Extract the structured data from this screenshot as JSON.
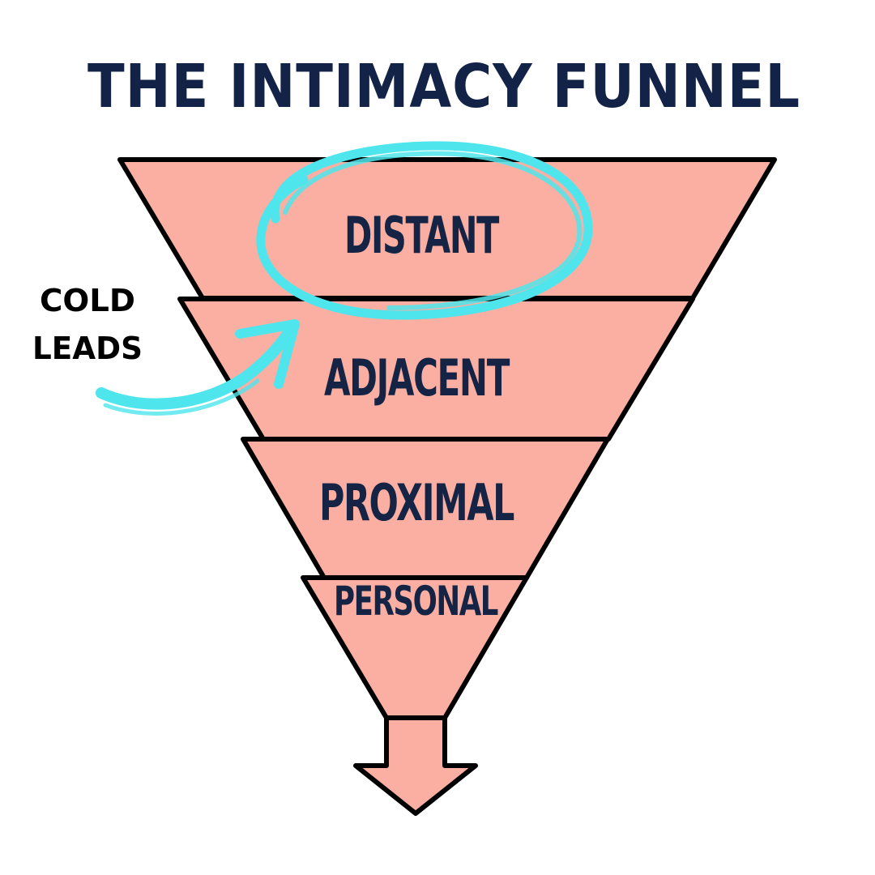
{
  "title": "THE INTIMACY FUNNEL",
  "stages": [
    {
      "label": "DISTANT"
    },
    {
      "label": "ADJACENT"
    },
    {
      "label": "PROXIMAL"
    },
    {
      "label": "PERSONAL"
    }
  ],
  "callout": {
    "line1": "COLD",
    "line2": "LEADS",
    "highlighted_stage": "DISTANT"
  },
  "colors": {
    "title": "#132348",
    "stage_fill": "#fbafa3",
    "stage_text": "#152445",
    "outline": "#000000",
    "highlight": "#4ee6ec",
    "callout_text": "#000000"
  },
  "icons": {
    "highlight_ring": "hand-drawn-ellipse",
    "callout_arrow": "curved-brush-arrow",
    "funnel_output": "down-arrow-icon"
  }
}
